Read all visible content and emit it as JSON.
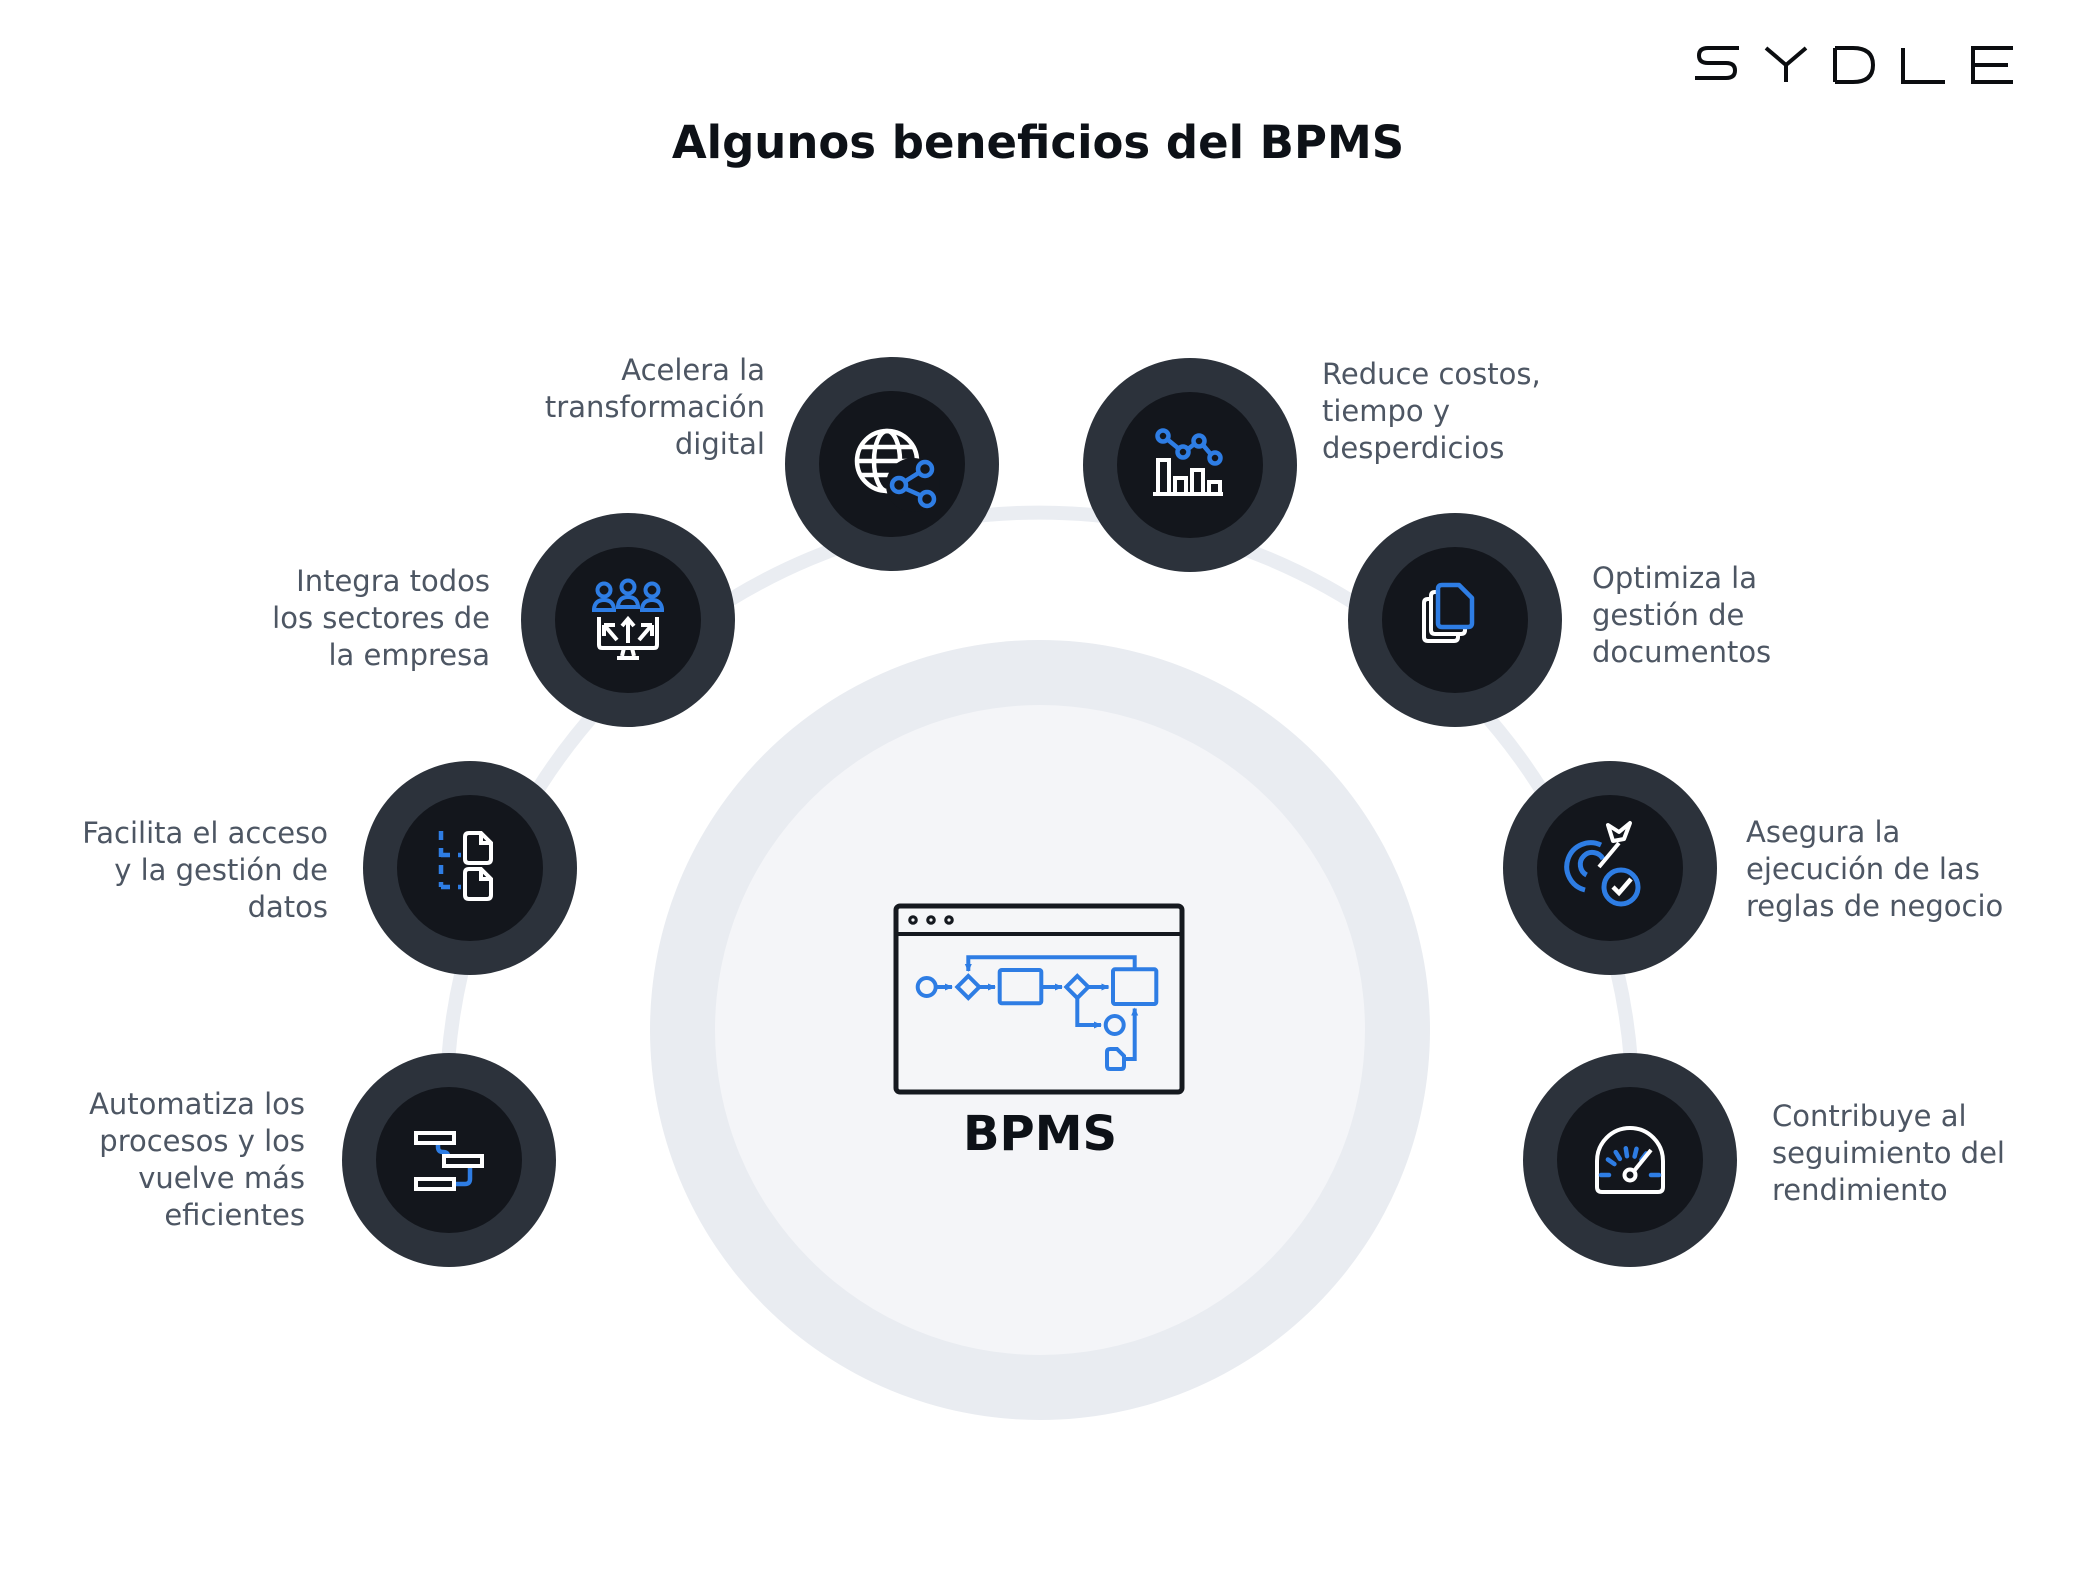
{
  "brand": {
    "logo_text": "SYDLE"
  },
  "title": "Algunos beneficios del BPMS",
  "center": {
    "label": "BPMS",
    "icon": "bpmn-process-window-icon"
  },
  "benefits": [
    {
      "id": "digital-transformation",
      "icon": "globe-share-icon",
      "side": "left",
      "label": "Acelera la\ntransformación\ndigital"
    },
    {
      "id": "sector-integration",
      "icon": "people-monitor-icon",
      "side": "left",
      "label": "Integra todos\nlos sectores de\nla empresa"
    },
    {
      "id": "data-access",
      "icon": "data-tree-documents-icon",
      "side": "left",
      "label": "Facilita el acceso\ny la gestión de\ndatos"
    },
    {
      "id": "process-automation",
      "icon": "process-flow-icon",
      "side": "left",
      "label": "Automatiza los\nprocesos y los\nvuelve más\neficientes"
    },
    {
      "id": "cost-reduction",
      "icon": "declining-chart-icon",
      "side": "right",
      "label": "Reduce costos,\ntiempo y\ndesperdicios"
    },
    {
      "id": "document-management",
      "icon": "documents-stack-icon",
      "side": "right",
      "label": "Optimiza la\ngestión de\ndocumentos"
    },
    {
      "id": "business-rules",
      "icon": "target-dart-check-icon",
      "side": "right",
      "label": "Asegura la\nejecución de las\nreglas de negocio"
    },
    {
      "id": "performance-tracking",
      "icon": "gauge-icon",
      "side": "right",
      "label": "Contribuye al\nseguimiento del\nrendimiento"
    }
  ],
  "colors": {
    "accent_blue": "#2e7de4",
    "circle_outer": "#2c323b",
    "circle_inner": "#13161c",
    "label_gray": "#4d5663",
    "light_ring": "#eaedf2",
    "center_outer": "#e9ecf1",
    "center_inner": "#f4f5f8",
    "ink": "#0d1117"
  }
}
